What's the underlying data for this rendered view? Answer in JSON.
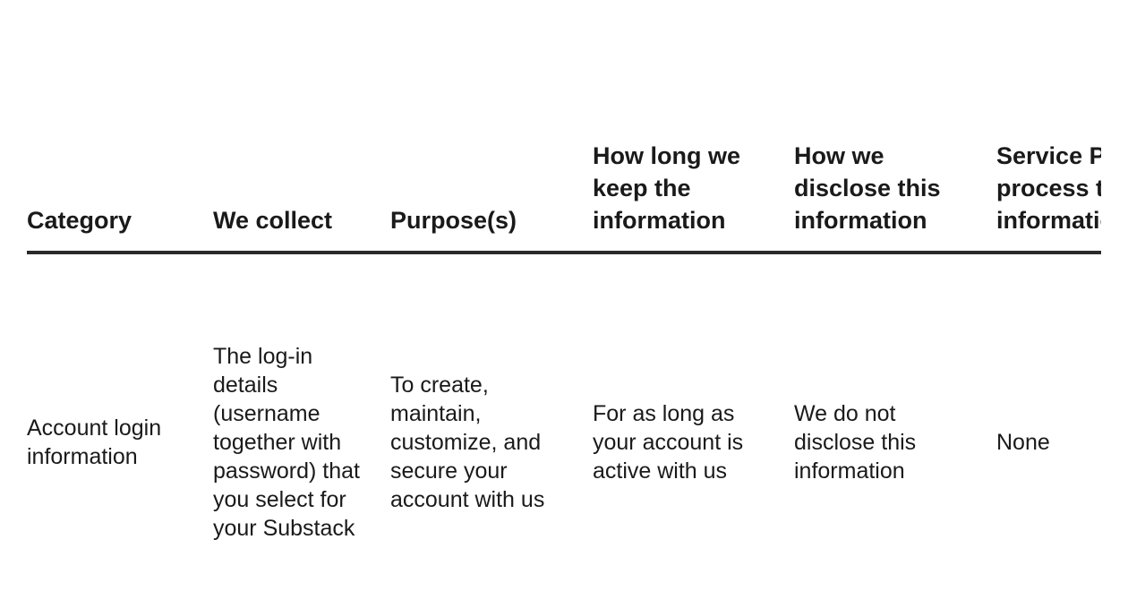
{
  "table": {
    "headers": [
      "Category",
      "We collect",
      "Purpose(s)",
      "How long we keep the information",
      "How we disclose this information",
      "Service Provider that process this information"
    ],
    "rows": [
      {
        "category": "Account login information",
        "we_collect": "The log-in details (username together with password) that you select for your Substack",
        "purposes": "To create, maintain, customize, and secure your account with us",
        "retention": "For as long as your account is active with us",
        "disclosure": "We do not disclose this information",
        "service_provider": "None"
      }
    ]
  }
}
